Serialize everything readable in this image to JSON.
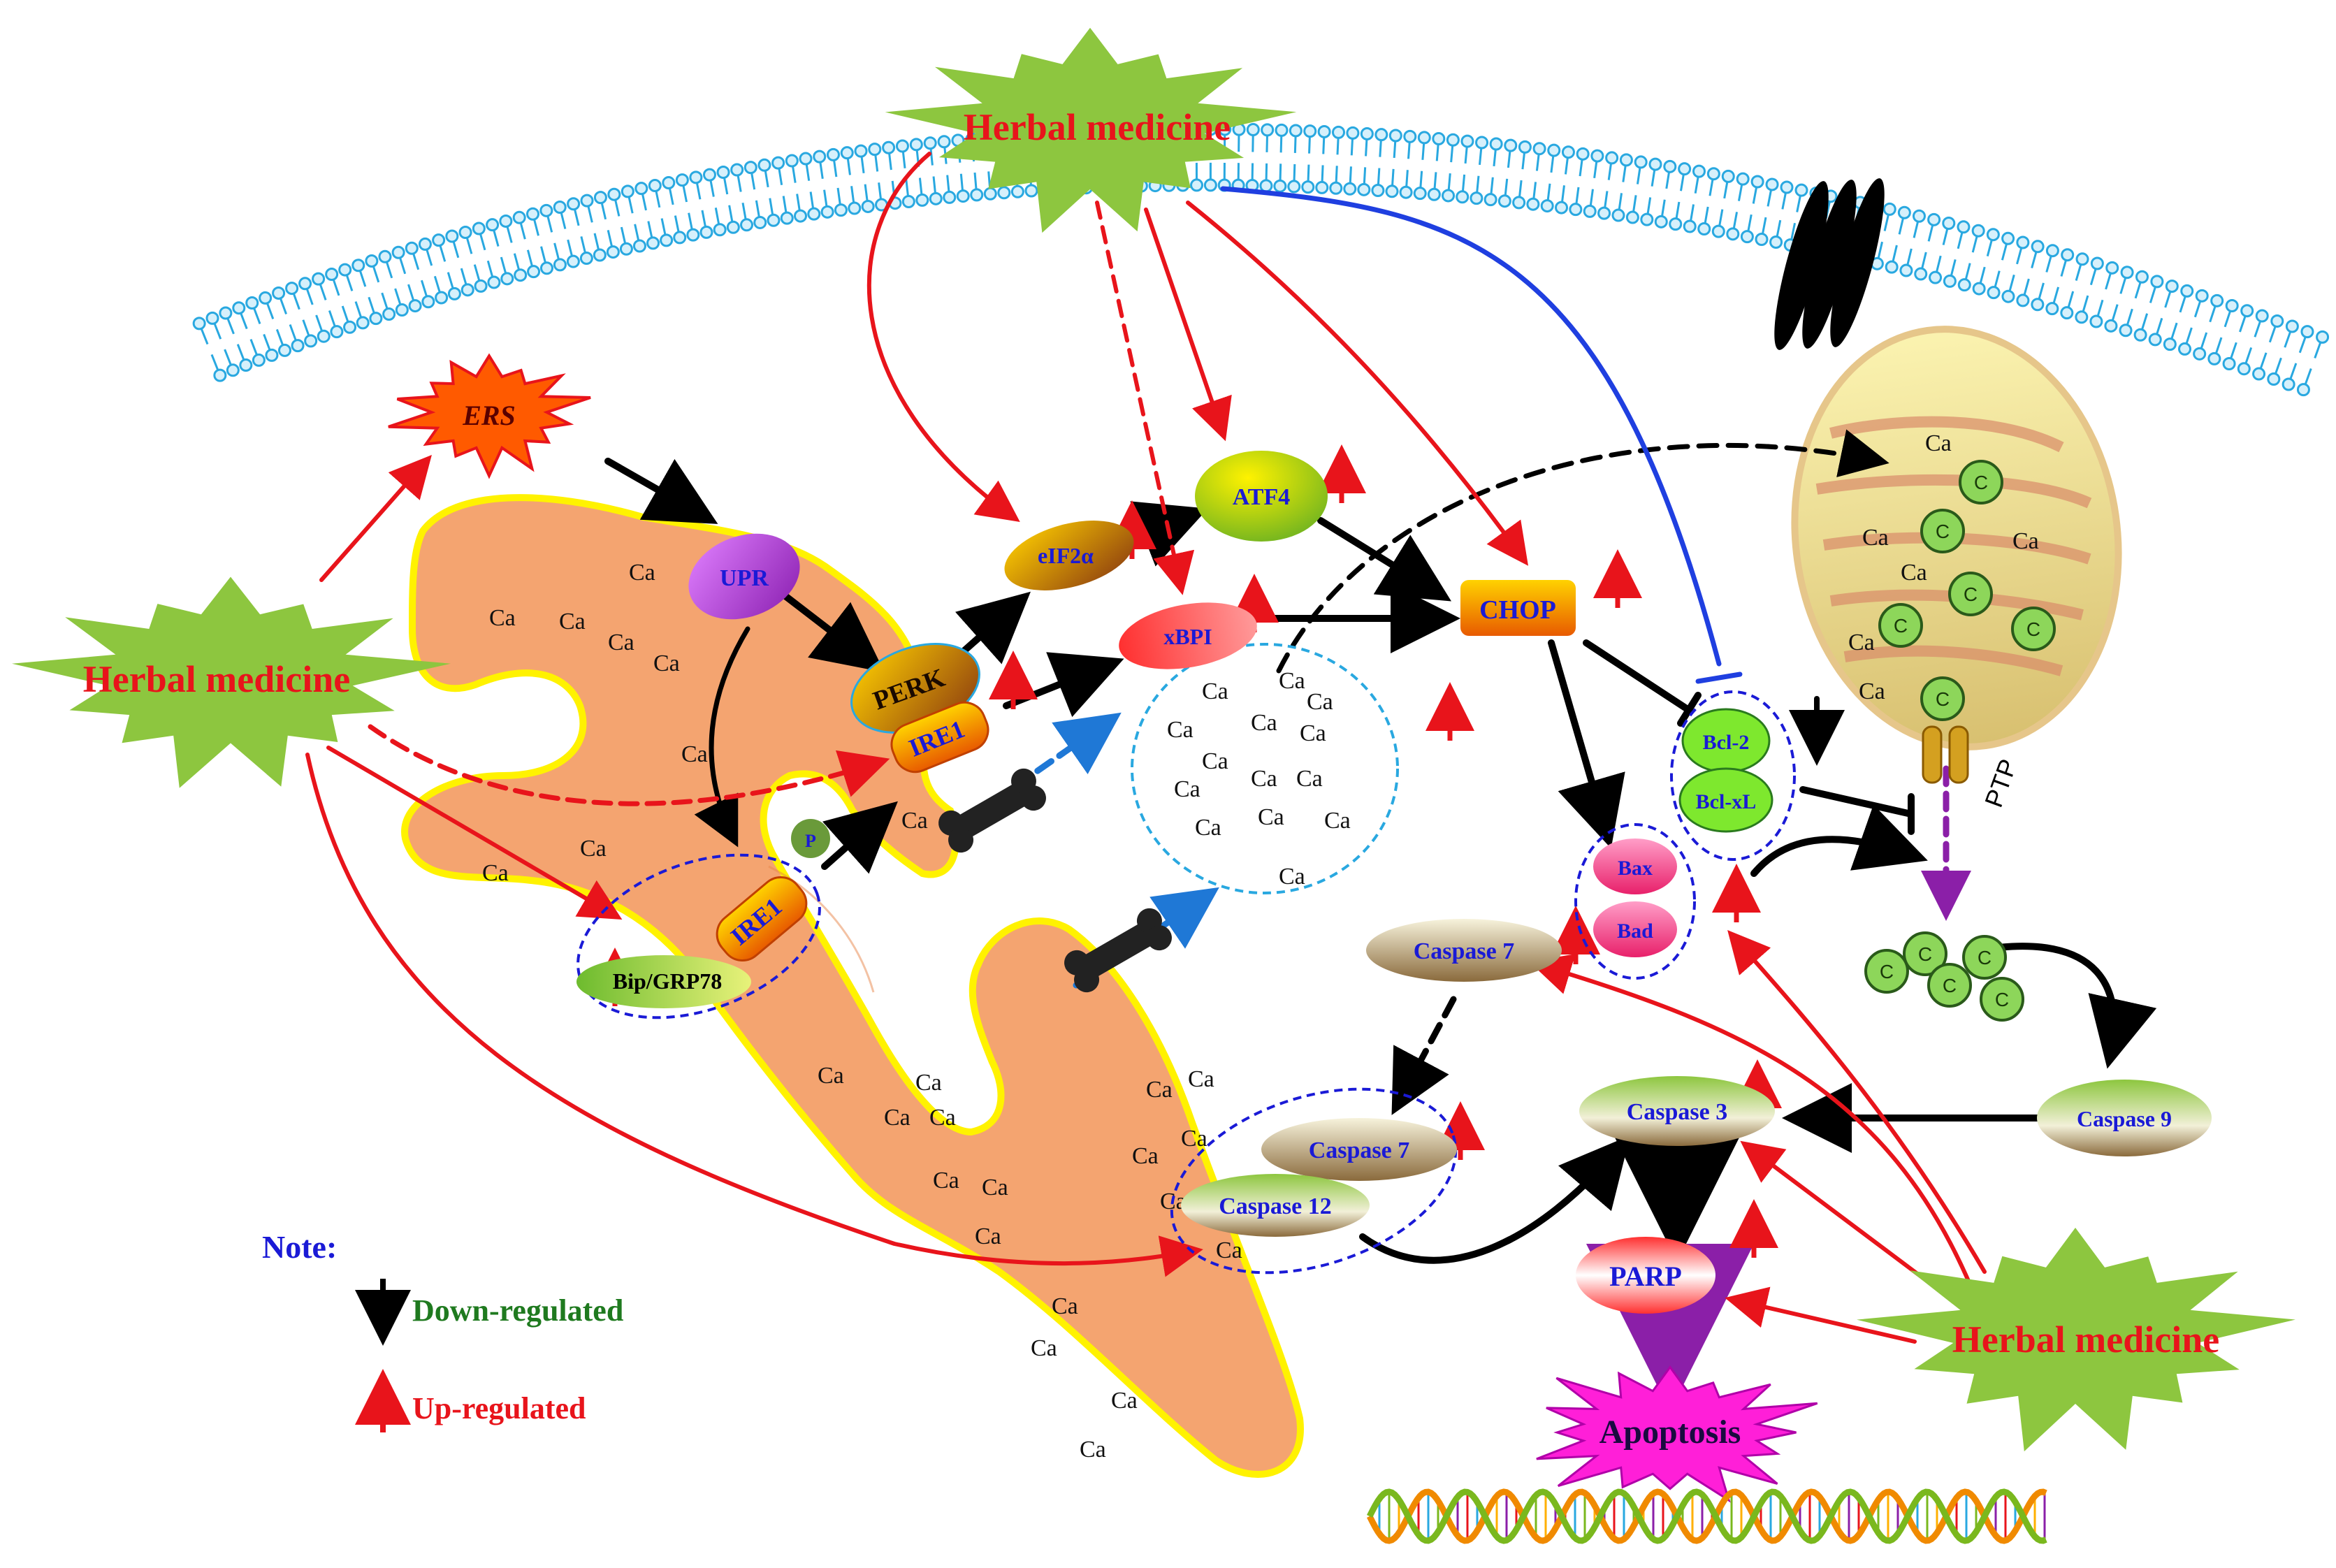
{
  "labels": {
    "herbal_top": "Herbal medicine",
    "herbal_left": "Herbal medicine",
    "herbal_bottom": "Herbal medicine",
    "ers": "ERS",
    "upr": "UPR",
    "perk": "PERK",
    "ire1_upper": "IRE1",
    "ire1_lower": "IRE1",
    "bip": "Bip/GRP78",
    "p": "P",
    "eif2a": "eIF2α",
    "xbp1": "xBPI",
    "atf4": "ATF4",
    "chop": "CHOP",
    "bcl2": "Bcl-2",
    "bclxl": "Bcl-xL",
    "bax": "Bax",
    "bad": "Bad",
    "caspase7_upper": "Caspase 7",
    "caspase7_lower": "Caspase 7",
    "caspase12": "Caspase 12",
    "caspase3": "Caspase 3",
    "caspase9": "Caspase 9",
    "parp": "PARP",
    "apoptosis": "Apoptosis",
    "ptp": "PTP",
    "ca": "Ca",
    "mito_c": "C"
  },
  "note": {
    "title": "Note:",
    "down": "Down-regulated",
    "up": "Up-regulated"
  },
  "colors": {
    "herbal_green": "#8dc63f",
    "herbal_text": "#e8141b",
    "er_fill": "#f4a470",
    "er_border": "#fff200",
    "membrane": "#29a8e0",
    "arrow_black": "#000000",
    "arrow_red": "#e8141b",
    "arrow_blue": "#1f3fe0",
    "arrow_purple": "#8b1fa8",
    "label_blue": "#1a1ad6",
    "down_text": "#1f7a1f",
    "up_text": "#e8141b"
  }
}
